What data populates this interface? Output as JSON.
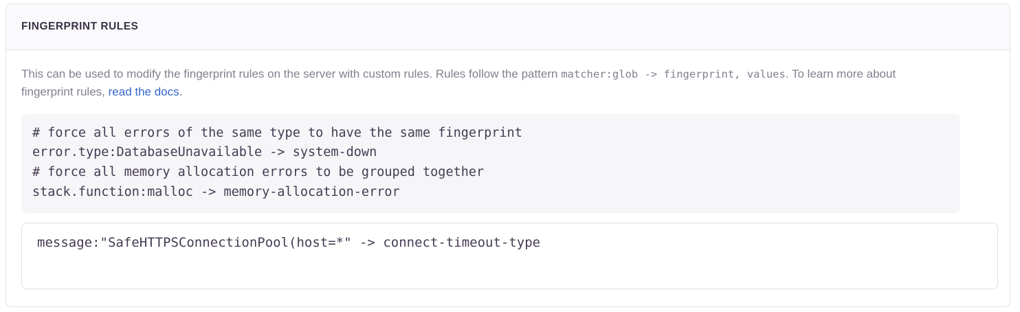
{
  "panel": {
    "title": "FINGERPRINT RULES",
    "description": {
      "part1": "This can be used to modify the fingerprint rules on the server with custom rules. Rules follow the pattern ",
      "inline_code": "matcher:glob -> fingerprint, values",
      "part2": ". To learn more about fingerprint rules, ",
      "link_text": "read the docs",
      "part3": "."
    },
    "example_code": "# force all errors of the same type to have the same fingerprint\nerror.type:DatabaseUnavailable -> system-down\n# force all memory allocation errors to be grouped together\nstack.function:malloc -> memory-allocation-error",
    "rules_input": {
      "value": "message:\"SafeHTTPSConnectionPool(host=*\" -> connect-timeout-type",
      "placeholder": ""
    }
  },
  "colors": {
    "panel_border": "#e3e2e8",
    "header_bg": "#fafafc",
    "title_text": "#3b3245",
    "body_text": "#80818f",
    "link": "#3266cc",
    "code_bg": "#f6f6f9",
    "code_text": "#443b51",
    "input_border": "#dedde4"
  }
}
